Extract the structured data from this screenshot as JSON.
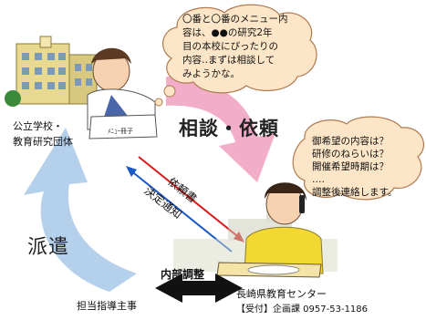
{
  "thought_bubble": {
    "lines": "〇番と〇番のメニュー内\n容は、●●の研究2年\n目の本校にぴったりの\n内容‥まずは相談して\nみようかな。"
  },
  "speech_bubble": {
    "lines": "御希望の内容は？\n研修のねらいは？\n開催希望時期は？\n‥‥\n調整後連絡します。"
  },
  "left_entity": {
    "label": "公立学校・\n教育研究団体"
  },
  "arrows": {
    "consult_request": "相談・依頼",
    "dispatch": "派遣",
    "request_form": "依頼書",
    "decision_notice": "決定通知",
    "internal_coordination": "内部調整"
  },
  "bottom": {
    "supervisor": "担当指導主事",
    "center_name": "長崎県教育センター",
    "contact": "【受付】企画課 0957-53-1186"
  },
  "colors": {
    "pink_arrow": "#f0a0c0",
    "blue_arrow": "#a8c8e8",
    "red_line": "#d81818",
    "blue_line": "#1858c8",
    "cloud_fill": "#fde6c8",
    "cloud_stroke": "#b07a50"
  }
}
